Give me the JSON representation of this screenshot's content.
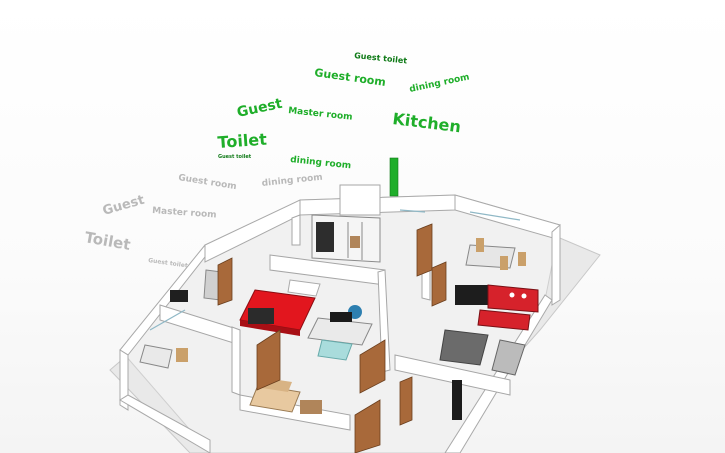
{
  "scene": {
    "labels_green": [
      "Guest toilet",
      "Guest room",
      "dining room",
      "Guest",
      "Master room",
      "Kitchen",
      "Toilet",
      "Guest toilet",
      "dining room"
    ],
    "labels_shadow": [
      "Guest room",
      "dining room",
      "Guest",
      "Master room",
      "Toilet",
      "Guest toilet"
    ]
  },
  "colors": {
    "label_green": "#1fae2a",
    "label_green_dark": "#0f7a17",
    "label_shadow": "#b9b9b9",
    "wall": "#ffffff",
    "wall_side": "#d9d9d9",
    "floor": "#eeeeee",
    "bed": "#e2161e",
    "door": "#a8693a",
    "kitchen_red": "#d6222b",
    "glass": "#a9dcdc"
  }
}
